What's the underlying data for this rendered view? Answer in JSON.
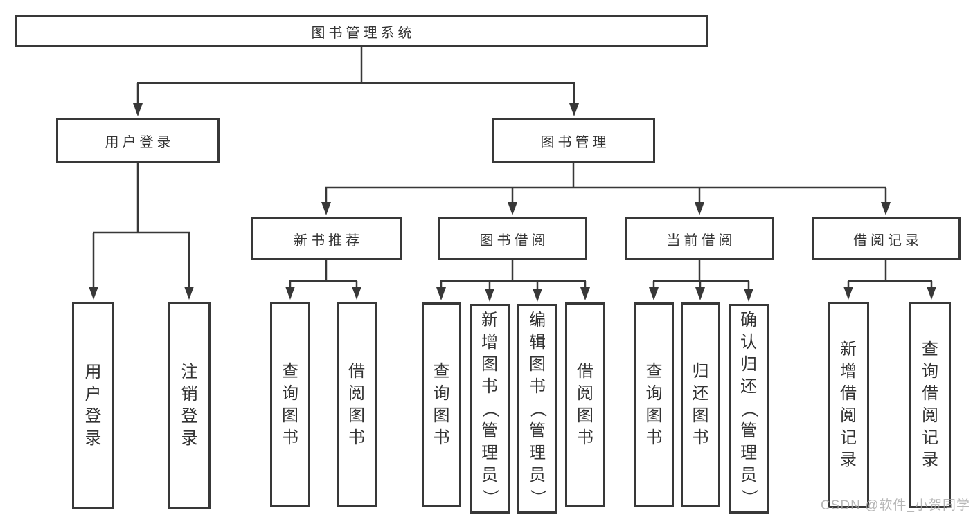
{
  "root": {
    "label": "图书管理系统"
  },
  "branches": [
    {
      "label": "用户登录",
      "leaves": [
        {
          "label": "用户登录"
        },
        {
          "label": "注销登录"
        }
      ]
    },
    {
      "label": "图书管理",
      "children": [
        {
          "label": "新书推荐",
          "leaves": [
            {
              "label": "查询图书"
            },
            {
              "label": "借阅图书"
            }
          ]
        },
        {
          "label": "图书借阅",
          "leaves": [
            {
              "label": "查询图书"
            },
            {
              "label": "新增图书（管理员）"
            },
            {
              "label": "编辑图书（管理员）"
            },
            {
              "label": "借阅图书"
            }
          ]
        },
        {
          "label": "当前借阅",
          "leaves": [
            {
              "label": "查询图书"
            },
            {
              "label": "归还图书"
            },
            {
              "label": "确认归还（管理员）"
            }
          ]
        },
        {
          "label": "借阅记录",
          "leaves": [
            {
              "label": "新增借阅记录"
            },
            {
              "label": "查询借阅记录"
            }
          ]
        }
      ]
    }
  ],
  "watermark": "CSDN @软件_小贺同学",
  "colors": {
    "line": "#383838",
    "text": "#333333",
    "watermark": "#a5a5a5",
    "background": "#ffffff"
  }
}
